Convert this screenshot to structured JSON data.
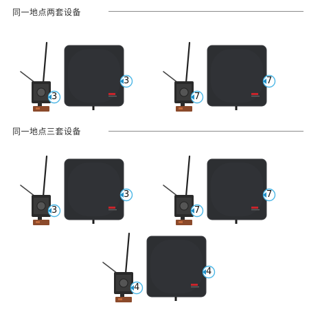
{
  "sections": [
    {
      "title": "同一地点两套设备",
      "groups": [
        {
          "transmitter_channel": "3",
          "panel_channel": "3"
        },
        {
          "transmitter_channel": "7",
          "panel_channel": "7"
        }
      ]
    },
    {
      "title": "同一地点三套设备",
      "groups": [
        {
          "transmitter_channel": "3",
          "panel_channel": "3"
        },
        {
          "transmitter_channel": "7",
          "panel_channel": "7"
        },
        {
          "transmitter_channel": "4",
          "panel_channel": "4"
        }
      ]
    }
  ],
  "colors": {
    "panel": "#2d2f32",
    "panel_edge": "#3c3e42",
    "badge_ring": "#4ab6e6",
    "brand_red": "#c8242b",
    "rule": "#8a8a8a"
  },
  "icons": [
    "antenna-icon",
    "channel-badge-icon",
    "panel-antenna-icon",
    "transmitter-icon"
  ]
}
